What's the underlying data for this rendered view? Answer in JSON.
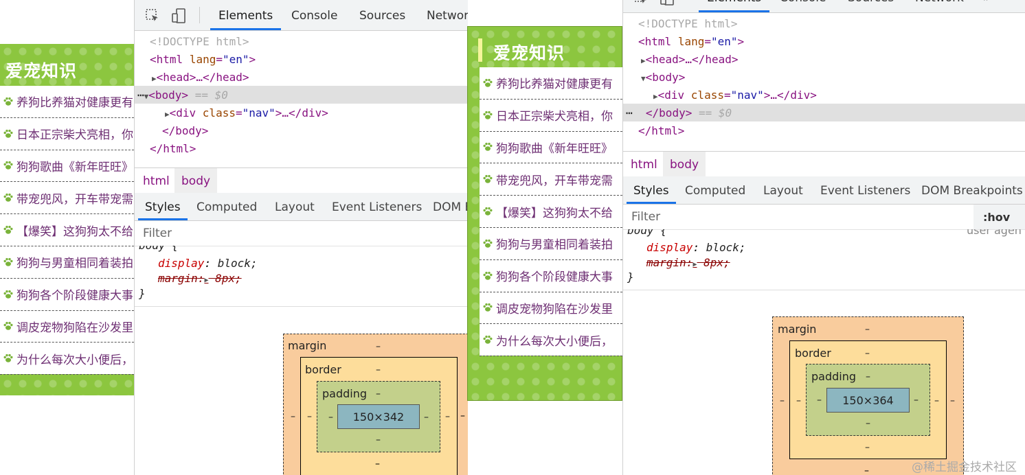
{
  "preview": {
    "title": "爱宠知识",
    "items": [
      "养狗比养猫对健康更有",
      "日本正宗柴犬亮相，你",
      "狗狗歌曲《新年旺旺》",
      "带宠兜风，开车带宠需",
      "【爆笑】这狗狗太不给",
      "狗狗与男童相同着装拍",
      "狗狗各个阶段健康大事",
      "调皮宠物狗陷在沙发里",
      "为什么每次大小便后，"
    ],
    "colors": {
      "nav_green": "#8cc63f",
      "link_purple": "#6e2f73"
    }
  },
  "devtools_left": {
    "tabs": [
      "Elements",
      "Console",
      "Sources",
      "Networ"
    ],
    "dom": {
      "doctype": "<!DOCTYPE html>",
      "html_open_tag": "<html",
      "html_attr": "lang",
      "html_attr_val": "\"en\"",
      "head": "<head>…</head>",
      "body_open": "<body>",
      "body_marker": "== $0",
      "div_open": "<div",
      "div_attr": "class",
      "div_attr_val": "\"nav\"",
      "div_rest": ">…</div>",
      "body_close": "</body>",
      "html_close": "</html>"
    },
    "breadcrumbs": [
      "html",
      "body"
    ],
    "subtabs": [
      "Styles",
      "Computed",
      "Layout",
      "Event Listeners",
      "DOM B"
    ],
    "filter_placeholder": "Filter",
    "rule": {
      "selector_partial": "body {",
      "display_prop": "display",
      "display_val": "block;",
      "margin_prop": "margin",
      "margin_val": "8px;",
      "close": "}"
    },
    "boxmodel": {
      "margin": "margin",
      "border": "border",
      "padding": "padding",
      "content": "150×342",
      "dash": "–"
    }
  },
  "devtools_right": {
    "tabs": [
      "Elements",
      "Console",
      "Sources",
      "Network",
      "»"
    ],
    "dom": {
      "doctype": "<!DOCTYPE html>",
      "html_open_tag": "<html",
      "html_attr": "lang",
      "html_attr_val": "\"en\"",
      "head": "<head>…</head>",
      "body_open": "<body>",
      "div_open": "<div",
      "div_attr": "class",
      "div_attr_val": "\"nav\"",
      "div_rest": ">…</div>",
      "body_close": "</body>",
      "body_marker": "== $0",
      "html_close": "</html>"
    },
    "breadcrumbs": [
      "html",
      "body"
    ],
    "subtabs": [
      "Styles",
      "Computed",
      "Layout",
      "Event Listeners",
      "DOM Breakpoints"
    ],
    "filter_placeholder": "Filter",
    "hov": ":hov",
    "rule": {
      "selector_partial": "body {",
      "origin": "user agen",
      "display_prop": "display",
      "display_val": "block;",
      "margin_prop": "margin",
      "margin_val": "8px;",
      "close": "}"
    },
    "boxmodel": {
      "margin": "margin",
      "border": "border",
      "padding": "padding",
      "content": "150×364",
      "dash": "–"
    }
  },
  "watermark": "@稀土掘金技术社区"
}
